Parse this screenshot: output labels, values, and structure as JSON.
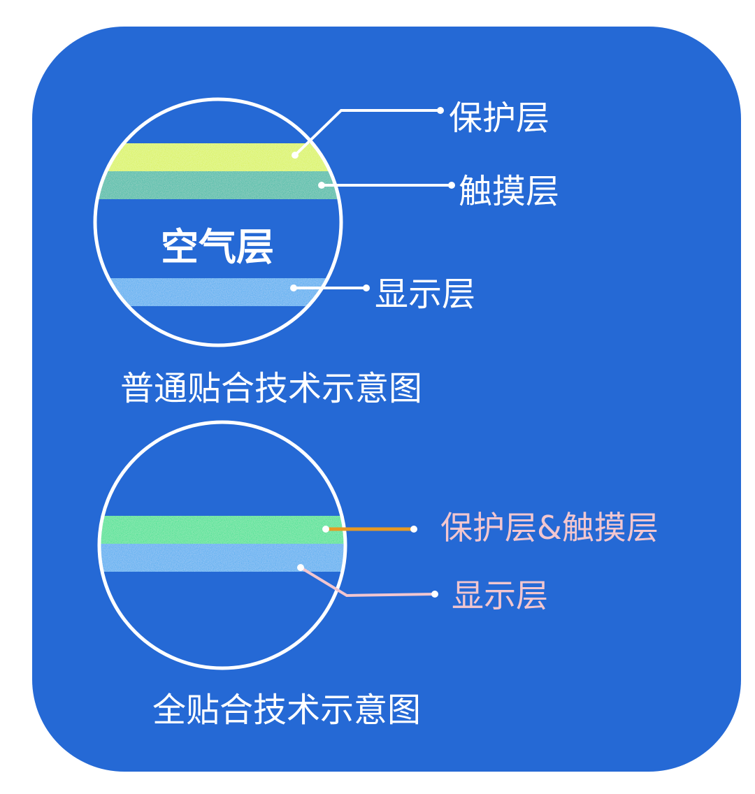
{
  "top_diagram": {
    "protective_layer": "保护层",
    "touch_layer": "触摸层",
    "air_layer": "空气层",
    "display_layer": "显示层",
    "caption": "普通贴合技术示意图"
  },
  "bottom_diagram": {
    "combined_layer": "保护层&触摸层",
    "display_layer": "显示层",
    "caption": "全贴合技术示意图"
  },
  "colors": {
    "panel_background": "#2569d5",
    "protective_layer": "#d9f34a",
    "touch_layer": "#15b7a0",
    "display_layer": "#3aa8f0",
    "combined_layer": "#1fe08a",
    "connector_orange": "#e79a23",
    "connector_pink": "#f2c6cf"
  }
}
